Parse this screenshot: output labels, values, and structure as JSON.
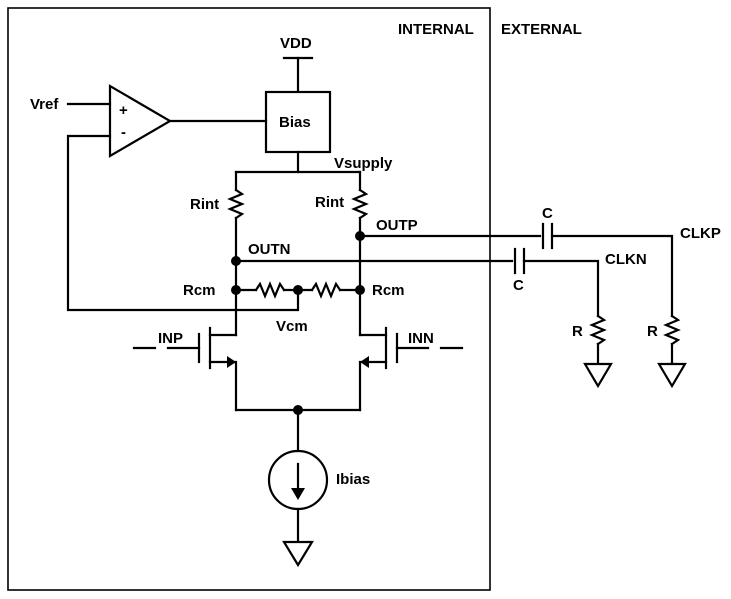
{
  "regions": {
    "internal": "INTERNAL",
    "external": "EXTERNAL"
  },
  "supply": {
    "vdd": "VDD",
    "vsupply": "Vsupply",
    "bias": "Bias"
  },
  "amp": {
    "vref": "Vref",
    "plus": "+",
    "minus": "-"
  },
  "resistors": {
    "rint_left": "Rint",
    "rint_right": "Rint",
    "rcm_left": "Rcm",
    "rcm_right": "Rcm",
    "vcm": "Vcm"
  },
  "nodes": {
    "outp": "OUTP",
    "outn": "OUTN"
  },
  "inputs": {
    "inp": "INP",
    "inn": "INN"
  },
  "current_source": {
    "ibias": "Ibias"
  },
  "external": {
    "clkp": "CLKP",
    "clkn": "CLKN",
    "c_top": "C",
    "c_bottom": "C",
    "r_left": "R",
    "r_right": "R"
  }
}
